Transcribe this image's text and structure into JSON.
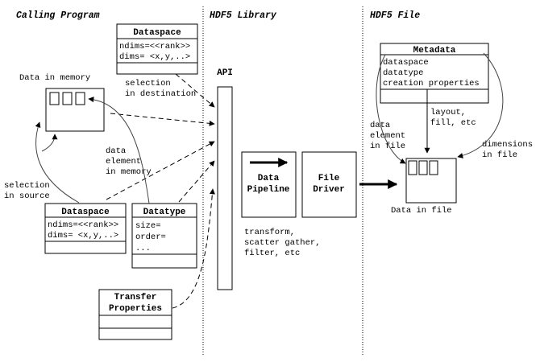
{
  "headers": {
    "calling_program": "Calling Program",
    "hdf5_library": "HDF5 Library",
    "hdf5_file": "HDF5 File"
  },
  "dataspace_top": {
    "title": "Dataspace",
    "line1": "ndims=<<rank>>",
    "line2": "dims= <x,y,..>"
  },
  "data_in_memory_label": "Data in memory",
  "selection_in_destination": [
    "selection",
    "in destination"
  ],
  "data_element_in_memory": [
    "data",
    "element",
    "in memory"
  ],
  "selection_in_source": [
    "selection",
    "in source"
  ],
  "dataspace_bottom": {
    "title": "Dataspace",
    "line1": "ndims=<<rank>>",
    "line2": "dims= <x,y,..>"
  },
  "datatype": {
    "title": "Datatype",
    "line1": "size=",
    "line2": "order=",
    "line3": "..."
  },
  "transfer_properties": {
    "title_line1": "Transfer",
    "title_line2": "Properties"
  },
  "api_label": "API",
  "data_pipeline": [
    "Data",
    "Pipeline"
  ],
  "file_driver": [
    "File",
    "Driver"
  ],
  "pipeline_notes": [
    "transform,",
    "scatter gather,",
    "filter, etc"
  ],
  "metadata": {
    "title": "Metadata",
    "line1": "dataspace",
    "line2": "datatype",
    "line3": "creation properties"
  },
  "layout_fill": [
    "layout,",
    "fill, etc"
  ],
  "data_element_in_file": [
    "data",
    "element",
    "in file"
  ],
  "dimensions_in_file": [
    "dimensions",
    "in file"
  ],
  "data_in_file_label": "Data in file"
}
